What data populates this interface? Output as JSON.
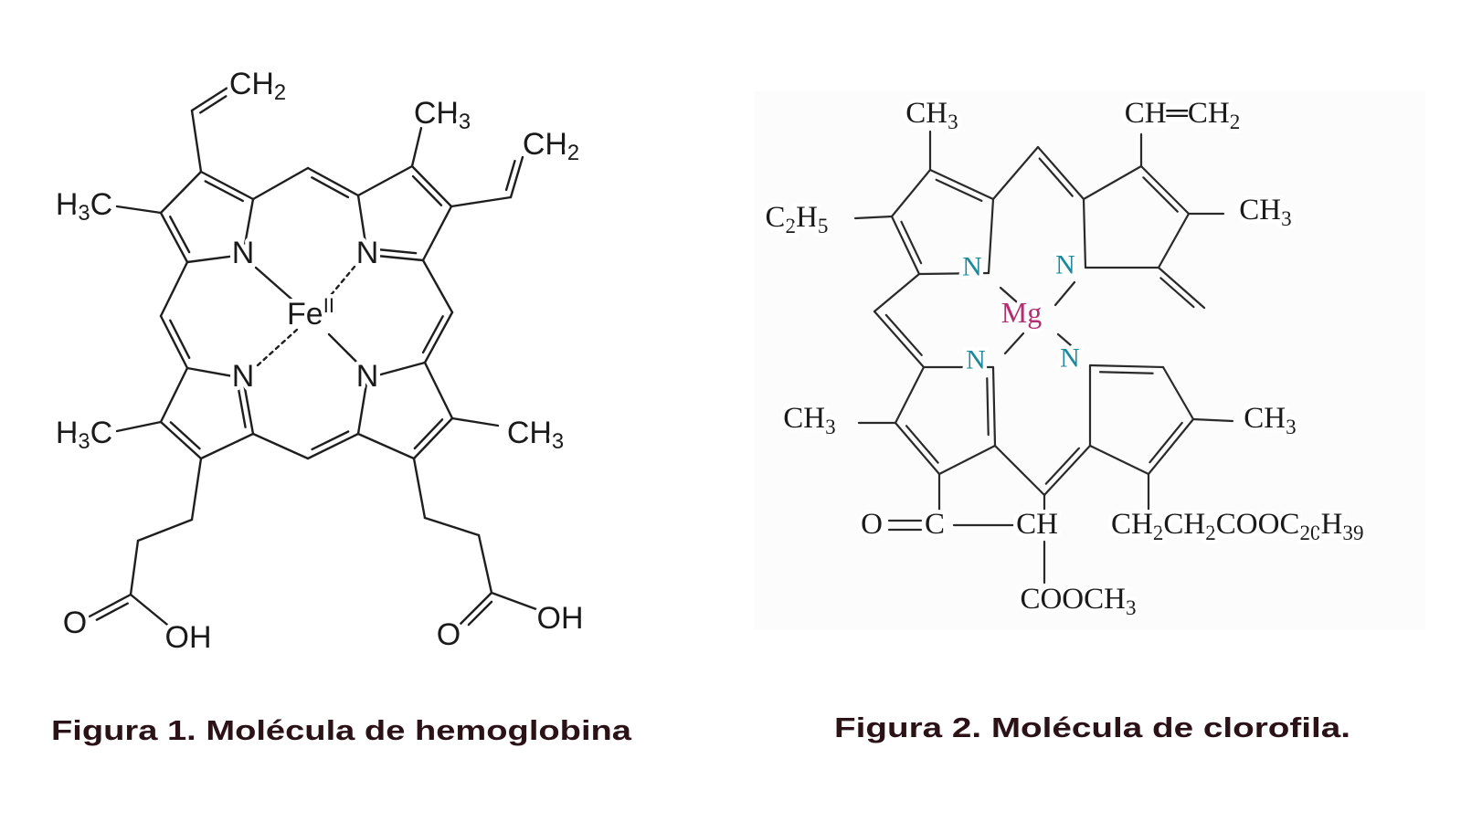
{
  "figure1": {
    "caption": "Figura 1. Molécula de hemoglobina",
    "metal": "Fe",
    "metal_oxidation": "II",
    "labels": {
      "vinyl_top_left": "CH2",
      "methyl_top": "CH3",
      "vinyl_right": "CH2",
      "methyl_left": "H3C",
      "methyl_bottom_left": "H3C",
      "methyl_bottom_right": "CH3",
      "n1": "N",
      "n2": "N",
      "n3": "N",
      "n4": "N",
      "acid_left_o": "O",
      "acid_left_oh": "OH",
      "acid_right_o": "O",
      "acid_right_oh": "OH"
    }
  },
  "figure2": {
    "caption": "Figura 2. Molécula de clorofila.",
    "metal": "Mg",
    "labels": {
      "methyl_top": "CH3",
      "vinyl": "CH═CH2",
      "methyl_right": "CH3",
      "ethyl": "C2H5",
      "methyl_left": "CH3",
      "methyl_right_lower": "CH3",
      "n1": "N",
      "n2": "N",
      "n3": "N",
      "n4": "N",
      "keto_o": "O",
      "keto_c": "C",
      "ch": "CH",
      "ester": "COOCH3",
      "phytyl_chain": "CH2CH2COOC20H39"
    }
  },
  "colors": {
    "nitrogen": "#1b8a9c",
    "magnesium": "#b03070",
    "caption": "#2a1217"
  }
}
